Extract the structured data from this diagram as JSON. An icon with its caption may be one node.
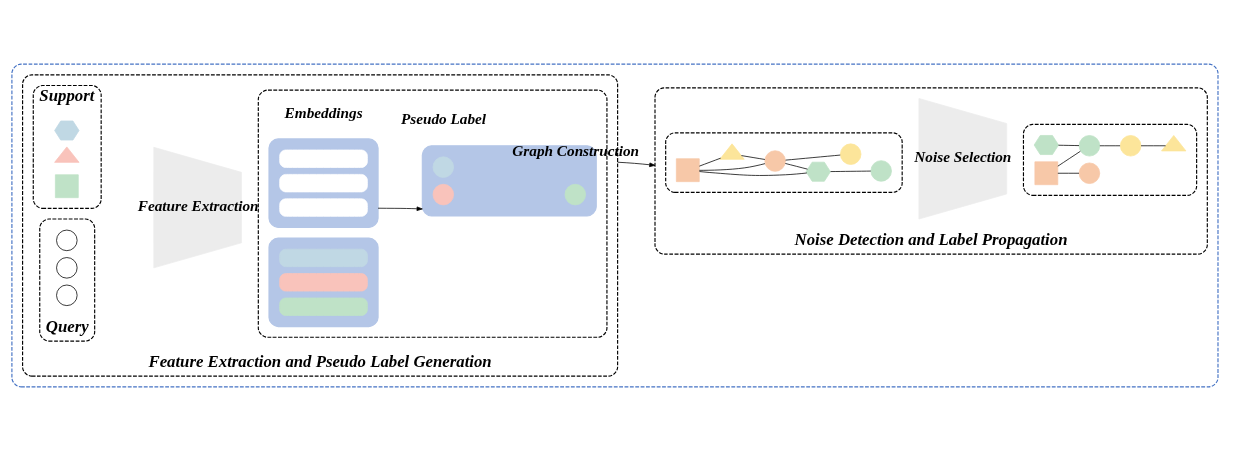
{
  "diagram": {
    "nodes": [
      {
        "text": [],
        "shape": "box"
      },
      {
        "text": [
          "Feature Extraction and Pseudo Label Generation"
        ],
        "in": 0
      },
      {
        "text": [
          "Support"
        ],
        "in": 1
      },
      {
        "text": [],
        "shape": "square",
        "in": 2
      },
      {
        "text": [],
        "shape": "triangle",
        "in": 2
      },
      {
        "text": [],
        "shape": "hexagon",
        "in": 2
      },
      {
        "text": [
          "Query"
        ],
        "in": 1
      },
      {
        "text": [],
        "shape": "circle",
        "in": 6
      },
      {
        "text": [],
        "shape": "circle",
        "in": 6
      },
      {
        "text": [],
        "shape": "circle",
        "in": 6
      },
      {
        "text": [
          "Feature Extraction"
        ],
        "in": 1
      },
      {
        "text": [],
        "shape": "box",
        "in": 1
      },
      {
        "text": [],
        "shape": "box",
        "in": 11
      },
      {
        "text": [],
        "shape": "bar",
        "in": 12
      },
      {
        "text": [],
        "shape": "bar",
        "in": 12
      },
      {
        "text": [],
        "shape": "bar",
        "in": 12
      },
      {
        "text": [],
        "shape": "box",
        "in": 11
      },
      {
        "text": [],
        "shape": "bar",
        "in": 16
      },
      {
        "text": [],
        "shape": "bar",
        "in": 16
      },
      {
        "text": [],
        "shape": "bar",
        "in": 16
      },
      {
        "text": [],
        "shape": "box",
        "in": 11
      },
      {
        "text": [],
        "shape": "circle",
        "in": 20
      },
      {
        "text": [],
        "shape": "circle",
        "in": 20
      },
      {
        "text": [],
        "shape": "circle",
        "in": 20
      },
      {
        "text": [
          "Noise Detection and Label Propagation"
        ],
        "in": 0
      },
      {
        "text": [],
        "shape": "box",
        "in": 24
      },
      {
        "text": [],
        "shape": "square",
        "in": 25
      },
      {
        "text": [],
        "shape": "hexagon",
        "in": 25
      },
      {
        "text": [],
        "shape": "circle",
        "in": 25
      },
      {
        "text": [],
        "shape": "triangle",
        "in": 25
      },
      {
        "text": [],
        "shape": "circle",
        "in": 25
      },
      {
        "text": [],
        "shape": "circle",
        "in": 25
      },
      {
        "text": [
          "Noise Selection"
        ],
        "in": 24
      },
      {
        "text": [],
        "shape": "box",
        "in": 24
      },
      {
        "text": [],
        "shape": "square",
        "in": 33
      },
      {
        "text": [],
        "shape": "circle",
        "in": 33
      },
      {
        "text": [],
        "shape": "hexagon",
        "in": 33
      },
      {
        "text": [],
        "shape": "circle",
        "in": 33
      },
      {
        "text": [],
        "shape": "circle",
        "in": 33
      },
      {
        "text": [],
        "shape": "triangle",
        "in": 33
      }
    ],
    "edges": [
      {
        "from": 16,
        "to": 20,
        "arrow": "to"
      },
      {
        "from": 1,
        "to": 24,
        "arrow": "to",
        "label": "Graph Construction"
      },
      {
        "from": 26,
        "to": 27,
        "arrow": "none"
      },
      {
        "from": 26,
        "to": 28,
        "arrow": "none"
      },
      {
        "from": 26,
        "to": 29,
        "arrow": "none"
      },
      {
        "from": 28,
        "to": 27,
        "arrow": "none"
      },
      {
        "from": 29,
        "to": 28,
        "arrow": "none"
      },
      {
        "from": 28,
        "to": 31,
        "arrow": "none"
      },
      {
        "from": 27,
        "to": 30,
        "arrow": "none"
      },
      {
        "from": 34,
        "to": 35,
        "arrow": "none"
      },
      {
        "from": 34,
        "to": 37,
        "arrow": "none"
      },
      {
        "from": 36,
        "to": 37,
        "arrow": "none"
      },
      {
        "from": 37,
        "to": 38,
        "arrow": "none"
      },
      {
        "from": 38,
        "to": 39,
        "arrow": "none"
      }
    ],
    "labels": [
      "Embeddings",
      "Pseudo Label"
    ]
  }
}
